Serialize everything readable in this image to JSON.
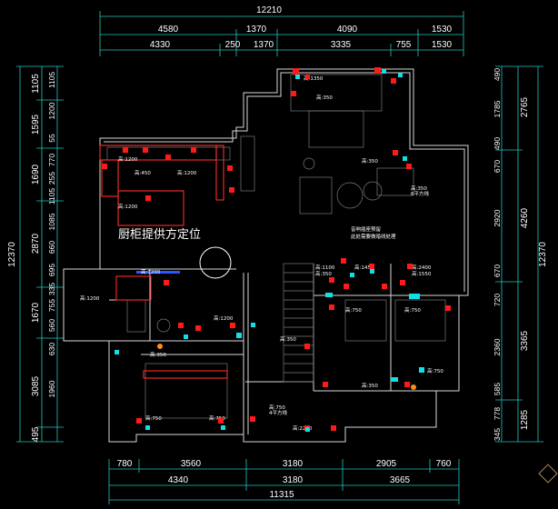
{
  "overall_top": "12210",
  "overall_bottom": "11315",
  "overall_left": "12370",
  "overall_right": "12370",
  "top_row1": [
    "4580",
    "1370",
    "4090",
    "1530"
  ],
  "top_row2": [
    "4330",
    "250",
    "1370",
    "3335",
    "755",
    "1530"
  ],
  "bottom_row1": [
    "780",
    "3560",
    "3180",
    "2905",
    "760"
  ],
  "bottom_row2": [
    "4340",
    "3180",
    "3665"
  ],
  "left_outer": [
    "1105",
    "1595",
    "1690",
    "2870",
    "1670",
    "3085",
    "495"
  ],
  "left_inner": [
    "1105",
    "1200",
    "55",
    "770",
    "255",
    "1105",
    "1085",
    "660",
    "695",
    "335",
    "755",
    "560",
    "630",
    "1960"
  ],
  "right_inner": [
    "490",
    "1785",
    "490",
    "670",
    "2920",
    "670",
    "720",
    "2360",
    "585",
    "778",
    "345"
  ],
  "right_outer": [
    "2765",
    "4260",
    "3365",
    "1285"
  ],
  "cabinet_note": "厨柜提供方定位",
  "height_labels": {
    "h1350": "高:1350",
    "h350": "高:350",
    "h1200": "高:1200",
    "h450": "高:450",
    "h750": "高:750",
    "h1100": "高:1100",
    "h1450": "高:1450",
    "h2400": "高:2400",
    "h1550": "高:1550",
    "h2200": "高:2200"
  },
  "annotations": {
    "sofa_note": "6平方线",
    "tv_note_1": "音响插座预留",
    "tv_note_2": "此处需要做暗线处理",
    "bath_note": "4平方线"
  }
}
